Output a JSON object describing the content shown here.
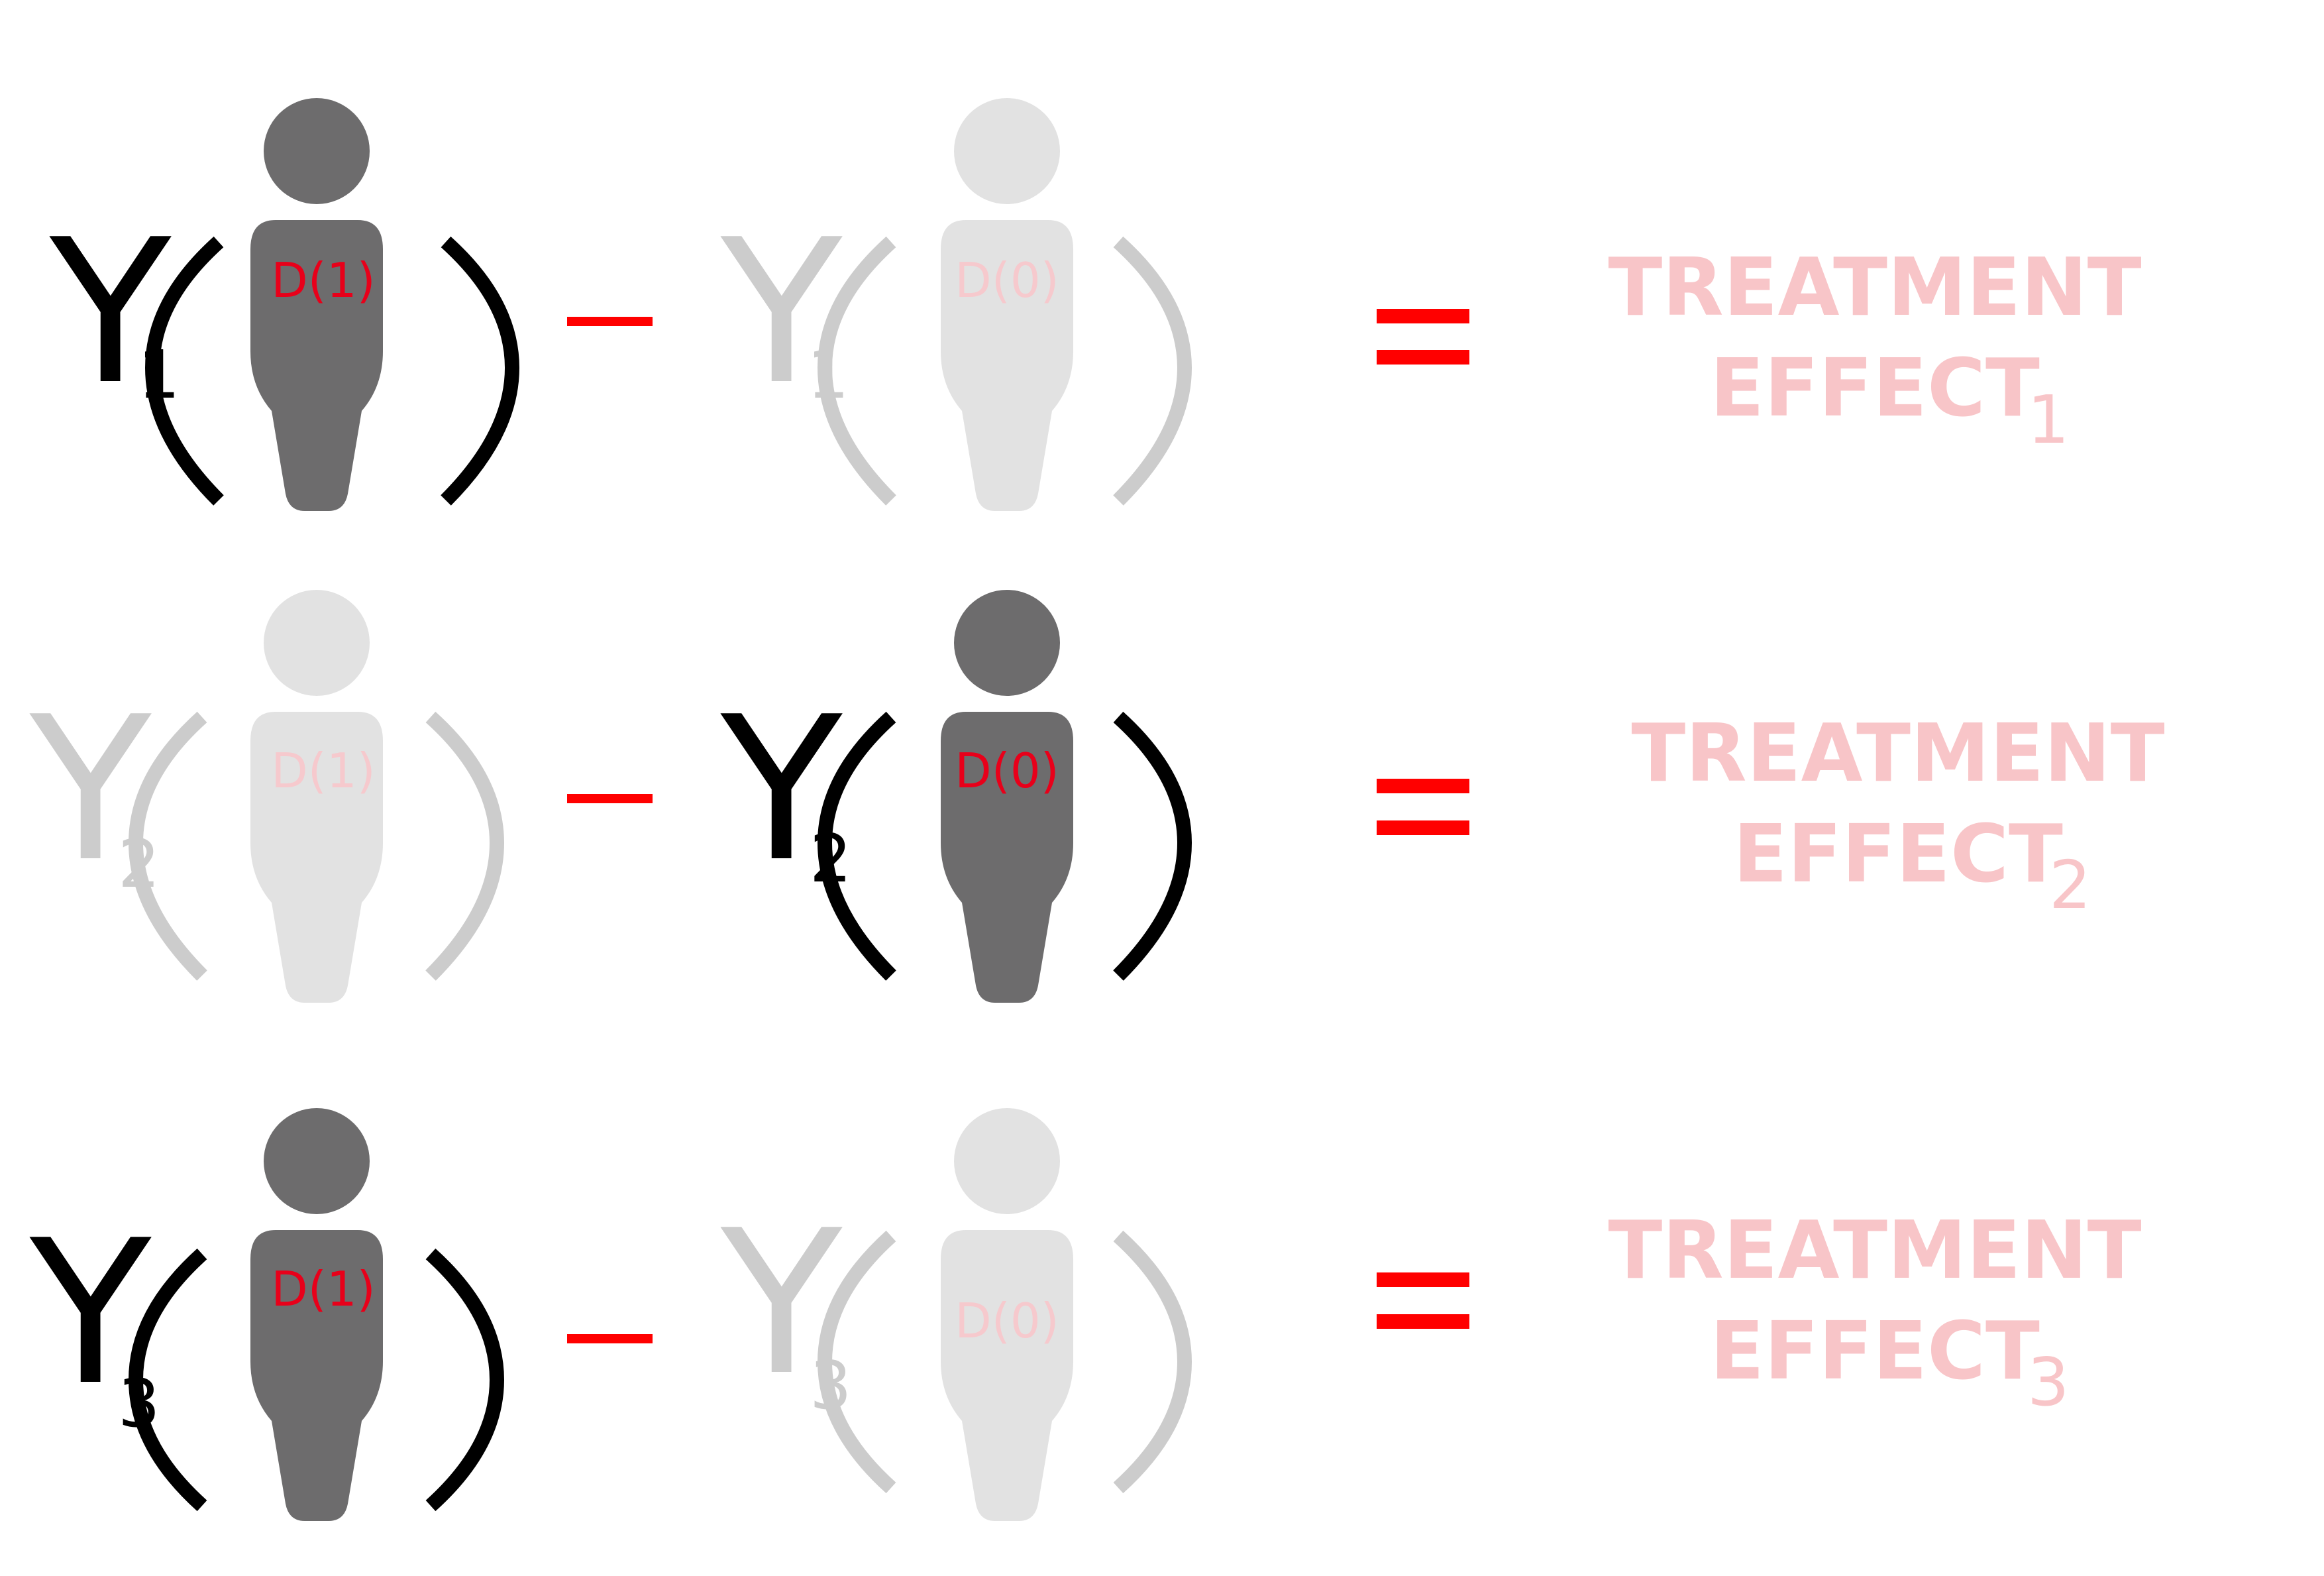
{
  "colors": {
    "active_text": "#000000",
    "faded_text": "#cccccc",
    "active_person": "#6d6c6d",
    "faded_person": "#e2e2e2",
    "active_label": "#e8001a",
    "faded_label": "#f6c9cd",
    "operator": "#ff0000",
    "result": "#f8c5c8"
  },
  "rows": [
    {
      "left": {
        "symbol": "Y",
        "sub": "1",
        "label": "D(1)",
        "active": true
      },
      "minus": "−",
      "right": {
        "symbol": "Y",
        "sub": "1",
        "label": "D(0)",
        "active": false
      },
      "equals": "=",
      "result": {
        "line1": "TREATMENT",
        "line2": "EFFECT",
        "sub": "1"
      }
    },
    {
      "left": {
        "symbol": "Y",
        "sub": "2",
        "label": "D(1)",
        "active": false
      },
      "minus": "−",
      "right": {
        "symbol": "Y",
        "sub": "2",
        "label": "D(0)",
        "active": true
      },
      "equals": "=",
      "result": {
        "line1": "TREATMENT",
        "line2": "EFFECT",
        "sub": "2"
      }
    },
    {
      "left": {
        "symbol": "Y",
        "sub": "3",
        "label": "D(1)",
        "active": true
      },
      "minus": "−",
      "right": {
        "symbol": "Y",
        "sub": "3",
        "label": "D(0)",
        "active": false
      },
      "equals": "=",
      "result": {
        "line1": "TREATMENT",
        "line2": "EFFECT",
        "sub": "3"
      }
    }
  ]
}
